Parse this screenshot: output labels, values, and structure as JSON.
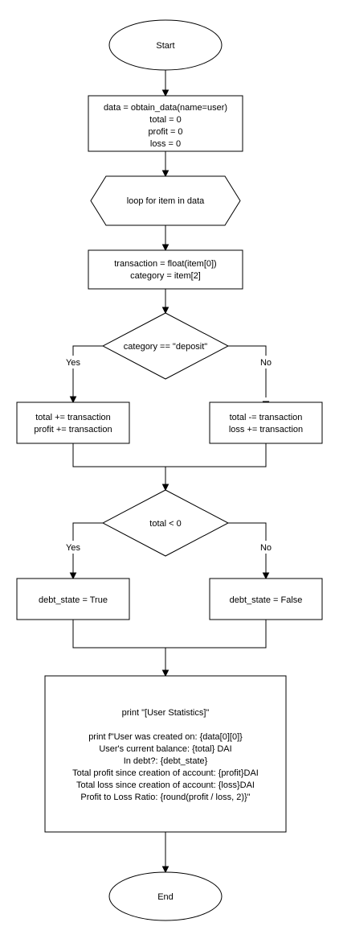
{
  "nodes": {
    "start": {
      "lines": [
        "Start"
      ]
    },
    "init": {
      "lines": [
        "data = obtain_data(name=user)",
        "total = 0",
        "profit = 0",
        "loss = 0"
      ]
    },
    "loop": {
      "lines": [
        "loop for item in data"
      ]
    },
    "parse": {
      "lines": [
        "transaction = float(item[0])",
        "category = item[2]"
      ]
    },
    "decision1": {
      "lines": [
        "category == \"deposit\""
      ]
    },
    "deposit": {
      "lines": [
        "total += transaction",
        "profit += transaction"
      ]
    },
    "withdraw": {
      "lines": [
        "total -= transaction",
        "loss += transaction"
      ]
    },
    "decision2": {
      "lines": [
        "total < 0"
      ]
    },
    "debt_true": {
      "lines": [
        "debt_state = True"
      ]
    },
    "debt_false": {
      "lines": [
        "debt_state = False"
      ]
    },
    "print": {
      "lines": [
        "print \"[User Statistics]\"",
        "",
        "print f\"User was created on: {data[0][0]}",
        "User's current balance: {total} DAI",
        "In debt?: {debt_state}",
        "Total profit since creation of account: {profit}DAI",
        "Total loss since creation of account: {loss}DAI",
        "Profit to Loss Ratio: {round(profit / loss, 2)}\""
      ]
    },
    "end": {
      "lines": [
        "End"
      ]
    }
  },
  "edge_labels": {
    "d1_yes": "Yes",
    "d1_no": "No",
    "d2_yes": "Yes",
    "d2_no": "No"
  }
}
